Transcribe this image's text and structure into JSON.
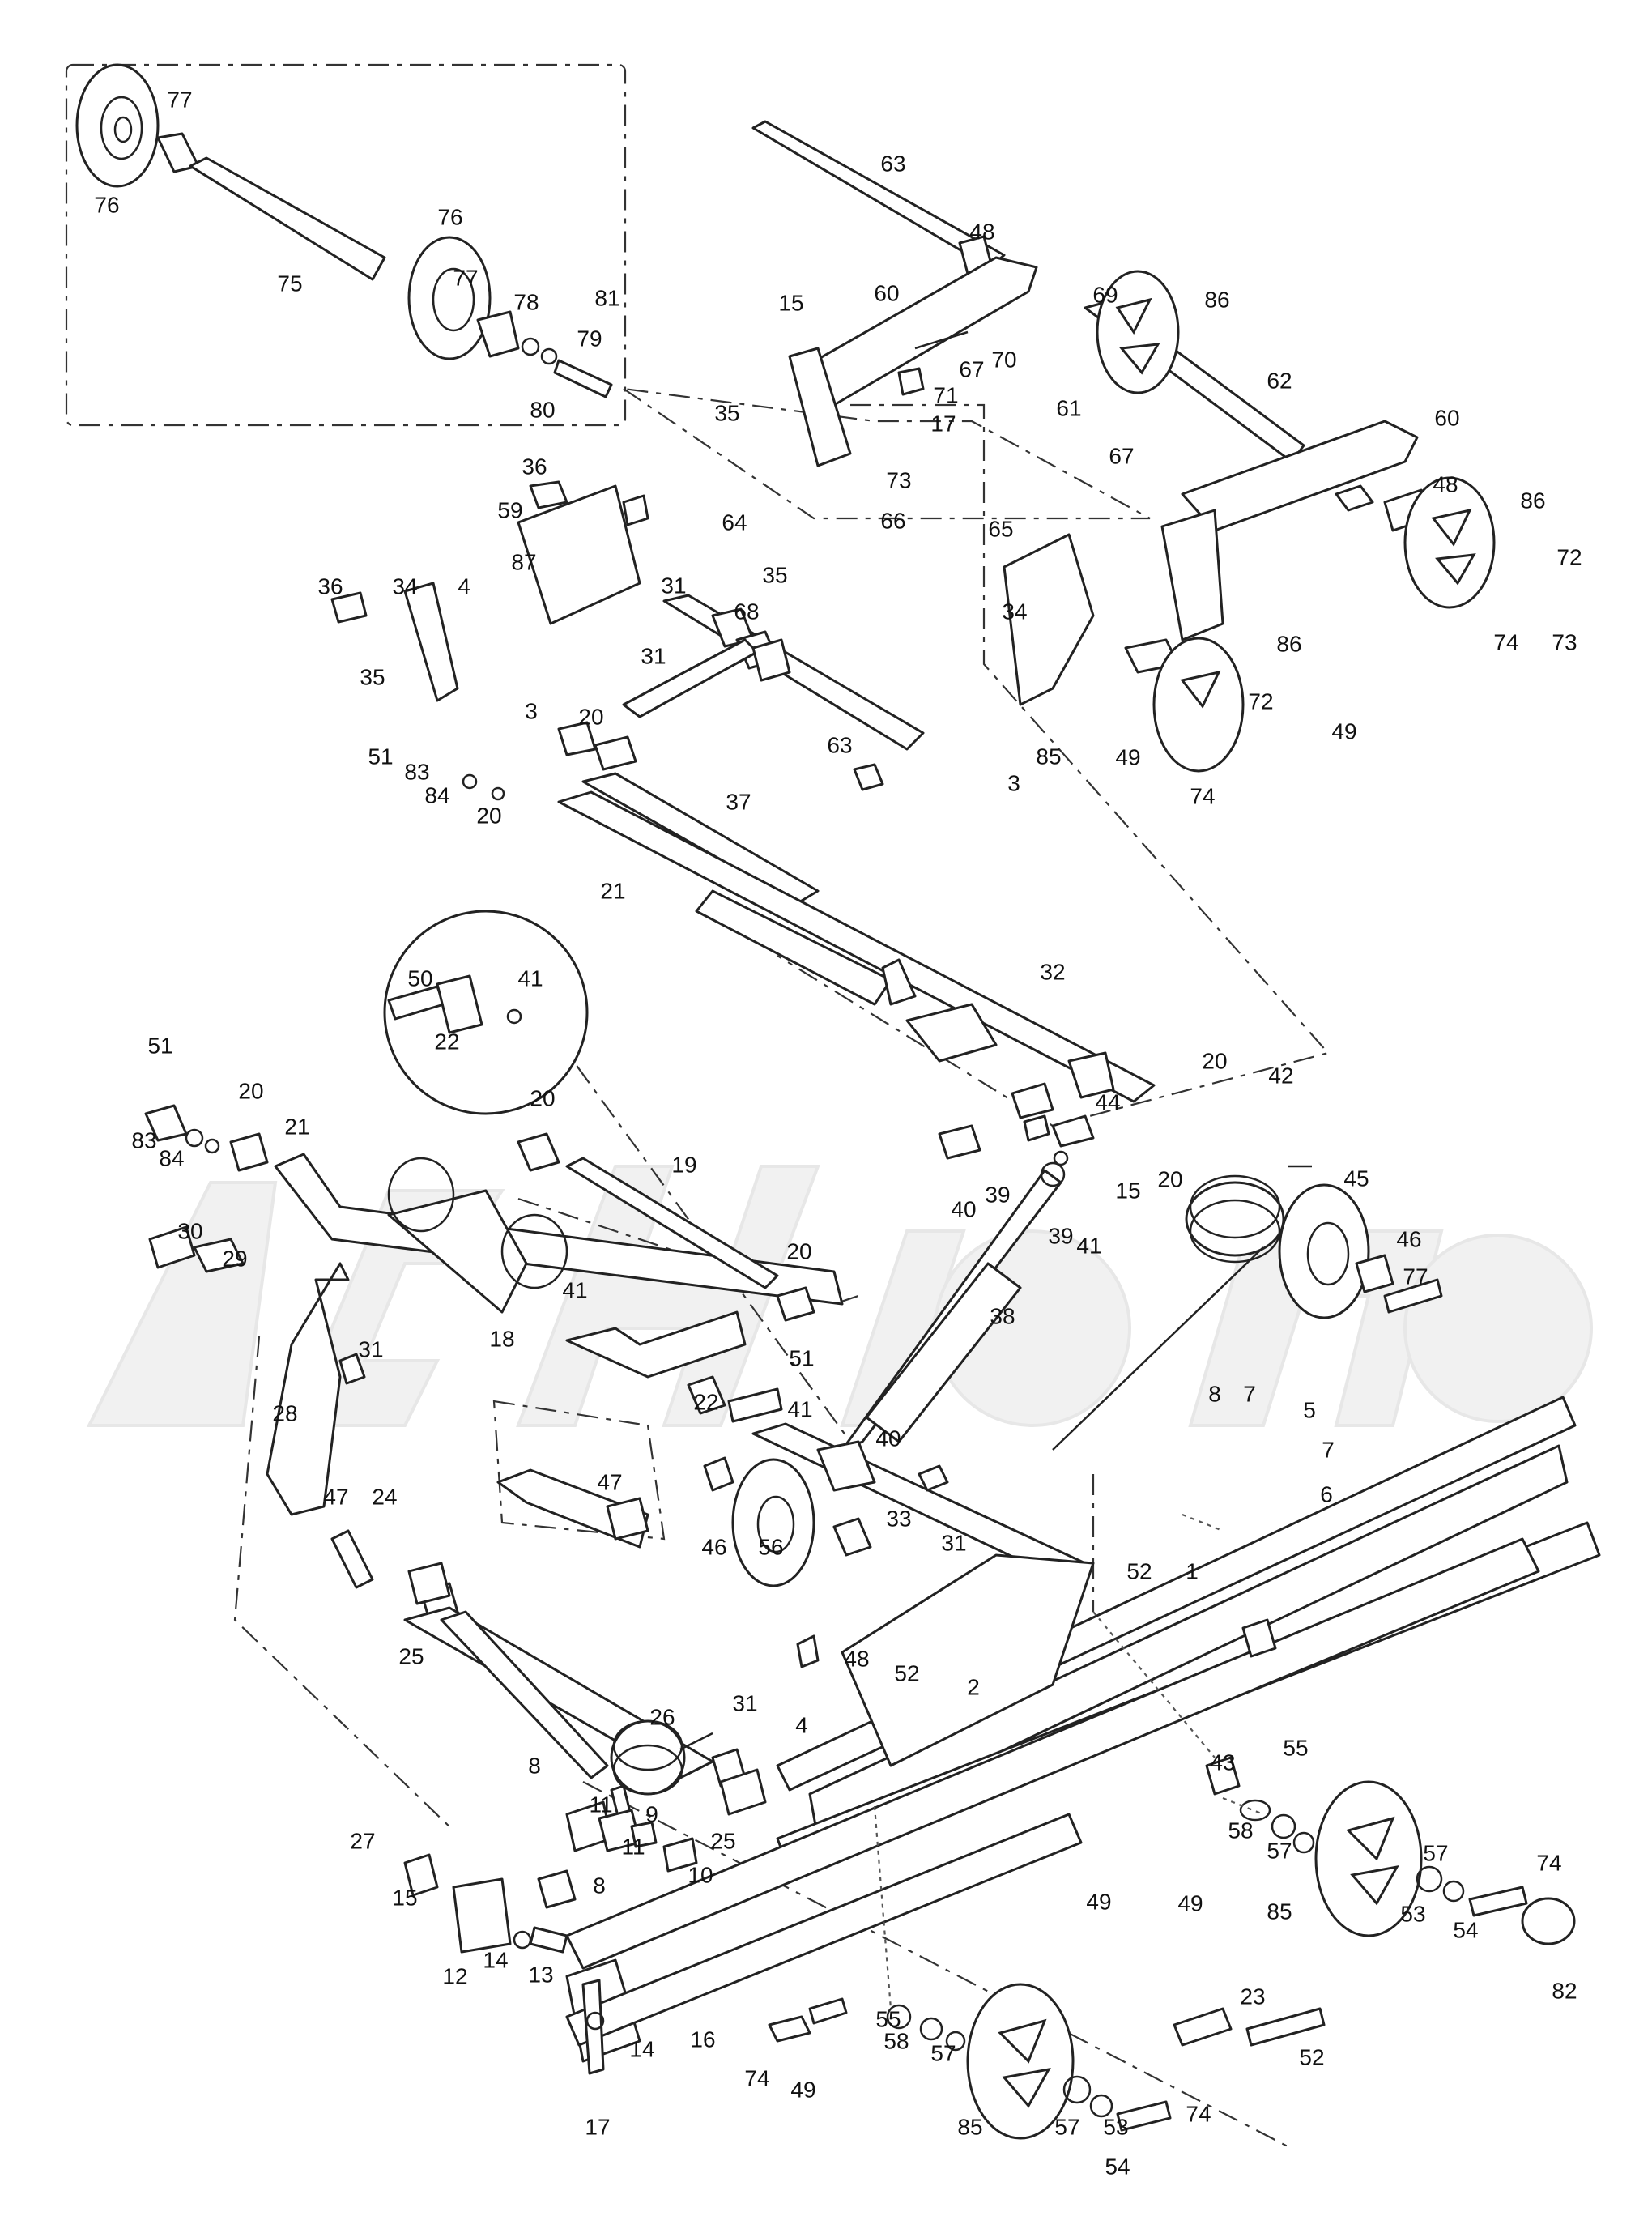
{
  "diagram": {
    "labels": [
      {
        "id": "l77a",
        "text": "77"
      },
      {
        "id": "l76a",
        "text": "76"
      },
      {
        "id": "l75",
        "text": "75"
      },
      {
        "id": "l76b",
        "text": "76"
      },
      {
        "id": "l77b",
        "text": "77"
      },
      {
        "id": "l78",
        "text": "78"
      },
      {
        "id": "l81",
        "text": "81"
      },
      {
        "id": "l79",
        "text": "79"
      },
      {
        "id": "l80",
        "text": "80"
      },
      {
        "id": "l63a",
        "text": "63"
      },
      {
        "id": "l48a",
        "text": "48"
      },
      {
        "id": "l60a",
        "text": "60"
      },
      {
        "id": "l15a",
        "text": "15"
      },
      {
        "id": "l69",
        "text": "69"
      },
      {
        "id": "l86a",
        "text": "86"
      },
      {
        "id": "l67a",
        "text": "67"
      },
      {
        "id": "l70",
        "text": "70"
      },
      {
        "id": "l71",
        "text": "71"
      },
      {
        "id": "l62",
        "text": "62"
      },
      {
        "id": "l60b",
        "text": "60"
      },
      {
        "id": "l35a",
        "text": "35"
      },
      {
        "id": "l17a",
        "text": "17"
      },
      {
        "id": "l61",
        "text": "61"
      },
      {
        "id": "l73a",
        "text": "73"
      },
      {
        "id": "l66",
        "text": "66"
      },
      {
        "id": "l65",
        "text": "65"
      },
      {
        "id": "l67b",
        "text": "67"
      },
      {
        "id": "l48b",
        "text": "48"
      },
      {
        "id": "l86b",
        "text": "86"
      },
      {
        "id": "l36a",
        "text": "36"
      },
      {
        "id": "l64",
        "text": "64"
      },
      {
        "id": "l59",
        "text": "59"
      },
      {
        "id": "l87",
        "text": "87"
      },
      {
        "id": "l35b",
        "text": "35"
      },
      {
        "id": "l72a",
        "text": "72"
      },
      {
        "id": "l74a",
        "text": "74"
      },
      {
        "id": "l73b",
        "text": "73"
      },
      {
        "id": "l36b",
        "text": "36"
      },
      {
        "id": "l34a",
        "text": "34"
      },
      {
        "id": "l4a",
        "text": "4"
      },
      {
        "id": "l31a",
        "text": "31"
      },
      {
        "id": "l68",
        "text": "68"
      },
      {
        "id": "l34b",
        "text": "34"
      },
      {
        "id": "l86c",
        "text": "86"
      },
      {
        "id": "l35c",
        "text": "35"
      },
      {
        "id": "l31b",
        "text": "31"
      },
      {
        "id": "l3a",
        "text": "3"
      },
      {
        "id": "l72b",
        "text": "72"
      },
      {
        "id": "l49a",
        "text": "49"
      },
      {
        "id": "l63b",
        "text": "63"
      },
      {
        "id": "l85a",
        "text": "85"
      },
      {
        "id": "l49b",
        "text": "49"
      },
      {
        "id": "l3b",
        "text": "3"
      },
      {
        "id": "l74b",
        "text": "74"
      },
      {
        "id": "l20a",
        "text": "20"
      },
      {
        "id": "l51a",
        "text": "51"
      },
      {
        "id": "l83a",
        "text": "83"
      },
      {
        "id": "l84a",
        "text": "84"
      },
      {
        "id": "l20b",
        "text": "20"
      },
      {
        "id": "l37",
        "text": "37"
      },
      {
        "id": "l21a",
        "text": "21"
      },
      {
        "id": "l32",
        "text": "32"
      },
      {
        "id": "l50",
        "text": "50"
      },
      {
        "id": "l41a",
        "text": "41"
      },
      {
        "id": "l22a",
        "text": "22"
      },
      {
        "id": "l51b",
        "text": "51"
      },
      {
        "id": "l20c",
        "text": "20"
      },
      {
        "id": "l83b",
        "text": "83"
      },
      {
        "id": "l84b",
        "text": "84"
      },
      {
        "id": "l21b",
        "text": "21"
      },
      {
        "id": "l20d",
        "text": "20"
      },
      {
        "id": "l20e",
        "text": "20"
      },
      {
        "id": "l44",
        "text": "44"
      },
      {
        "id": "l42",
        "text": "42"
      },
      {
        "id": "l19",
        "text": "19"
      },
      {
        "id": "l40a",
        "text": "40"
      },
      {
        "id": "l20f",
        "text": "20"
      },
      {
        "id": "l39a",
        "text": "39"
      },
      {
        "id": "l15b",
        "text": "15"
      },
      {
        "id": "l45",
        "text": "45"
      },
      {
        "id": "l39b",
        "text": "39"
      },
      {
        "id": "l41b",
        "text": "41"
      },
      {
        "id": "l46a",
        "text": "46"
      },
      {
        "id": "l30",
        "text": "30"
      },
      {
        "id": "l29",
        "text": "29"
      },
      {
        "id": "l20g",
        "text": "20"
      },
      {
        "id": "l77c",
        "text": "77"
      },
      {
        "id": "l41c",
        "text": "41"
      },
      {
        "id": "l18",
        "text": "18"
      },
      {
        "id": "l38",
        "text": "38"
      },
      {
        "id": "l31c",
        "text": "31"
      },
      {
        "id": "l51c",
        "text": "51"
      },
      {
        "id": "l22b",
        "text": "22"
      },
      {
        "id": "l8a",
        "text": "8"
      },
      {
        "id": "l7a",
        "text": "7"
      },
      {
        "id": "l5",
        "text": "5"
      },
      {
        "id": "l28",
        "text": "28"
      },
      {
        "id": "l41d",
        "text": "41"
      },
      {
        "id": "l40b",
        "text": "40"
      },
      {
        "id": "l7b",
        "text": "7"
      },
      {
        "id": "l6",
        "text": "6"
      },
      {
        "id": "l47a",
        "text": "47"
      },
      {
        "id": "l47b",
        "text": "47"
      },
      {
        "id": "l24",
        "text": "24"
      },
      {
        "id": "l33",
        "text": "33"
      },
      {
        "id": "l31d",
        "text": "31"
      },
      {
        "id": "l46b",
        "text": "46"
      },
      {
        "id": "l56",
        "text": "56"
      },
      {
        "id": "l52a",
        "text": "52"
      },
      {
        "id": "l1",
        "text": "1"
      },
      {
        "id": "l25a",
        "text": "25"
      },
      {
        "id": "l48c",
        "text": "48"
      },
      {
        "id": "l52b",
        "text": "52"
      },
      {
        "id": "l2",
        "text": "2"
      },
      {
        "id": "l26",
        "text": "26"
      },
      {
        "id": "l31e",
        "text": "31"
      },
      {
        "id": "l4b",
        "text": "4"
      },
      {
        "id": "l43",
        "text": "43"
      },
      {
        "id": "l55a",
        "text": "55"
      },
      {
        "id": "l8b",
        "text": "8"
      },
      {
        "id": "l11a",
        "text": "11"
      },
      {
        "id": "l9",
        "text": "9"
      },
      {
        "id": "l58a",
        "text": "58"
      },
      {
        "id": "l57a",
        "text": "57"
      },
      {
        "id": "l25b",
        "text": "25"
      },
      {
        "id": "l27",
        "text": "27"
      },
      {
        "id": "l11b",
        "text": "11"
      },
      {
        "id": "l57b",
        "text": "57"
      },
      {
        "id": "l10",
        "text": "10"
      },
      {
        "id": "l8c",
        "text": "8"
      },
      {
        "id": "l49c",
        "text": "49"
      },
      {
        "id": "l49d",
        "text": "49"
      },
      {
        "id": "l74c",
        "text": "74"
      },
      {
        "id": "l85b",
        "text": "85"
      },
      {
        "id": "l53a",
        "text": "53"
      },
      {
        "id": "l54a",
        "text": "54"
      },
      {
        "id": "l15c",
        "text": "15"
      },
      {
        "id": "l12",
        "text": "12"
      },
      {
        "id": "l14a",
        "text": "14"
      },
      {
        "id": "l13",
        "text": "13"
      },
      {
        "id": "l82",
        "text": "82"
      },
      {
        "id": "l23",
        "text": "23"
      },
      {
        "id": "l16",
        "text": "16"
      },
      {
        "id": "l14b",
        "text": "14"
      },
      {
        "id": "l55b",
        "text": "55"
      },
      {
        "id": "l58b",
        "text": "58"
      },
      {
        "id": "l57c",
        "text": "57"
      },
      {
        "id": "l52c",
        "text": "52"
      },
      {
        "id": "l74d",
        "text": "74"
      },
      {
        "id": "l49e",
        "text": "49"
      },
      {
        "id": "l17b",
        "text": "17"
      },
      {
        "id": "l85c",
        "text": "85"
      },
      {
        "id": "l57d",
        "text": "57"
      },
      {
        "id": "l53b",
        "text": "53"
      },
      {
        "id": "l74e",
        "text": "74"
      },
      {
        "id": "l54b",
        "text": "54"
      }
    ],
    "colors": {
      "ink": "#222222",
      "watermark": "#ececec"
    }
  }
}
